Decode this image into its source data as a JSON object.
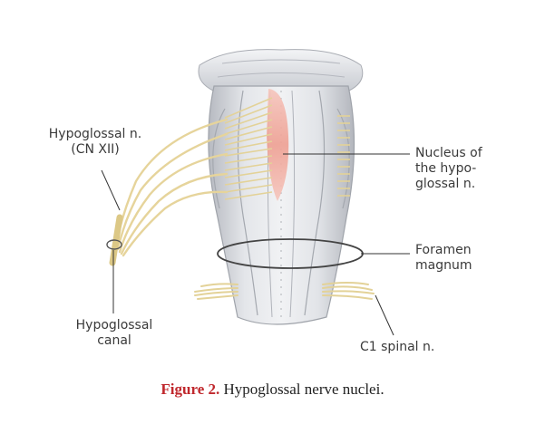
{
  "labels": {
    "hypoglossal_nerve": [
      "Hypoglossal n.",
      "(CN XII)"
    ],
    "nucleus": [
      "Nucleus of",
      "the hypo-",
      "glossal n."
    ],
    "foramen": [
      "Foramen",
      "magnum"
    ],
    "canal": [
      "Hypoglossal",
      "canal"
    ],
    "c1_spinal": [
      "C1 spinal n."
    ]
  },
  "caption": {
    "prefix": "Figure 2.",
    "text": " Hypoglossal nerve nuclei."
  },
  "colors": {
    "brainstem": "#d9dbe0",
    "nerve": "#e8d9a2",
    "nucleus": "#eea69a",
    "caption_accent": "#c0282d"
  }
}
